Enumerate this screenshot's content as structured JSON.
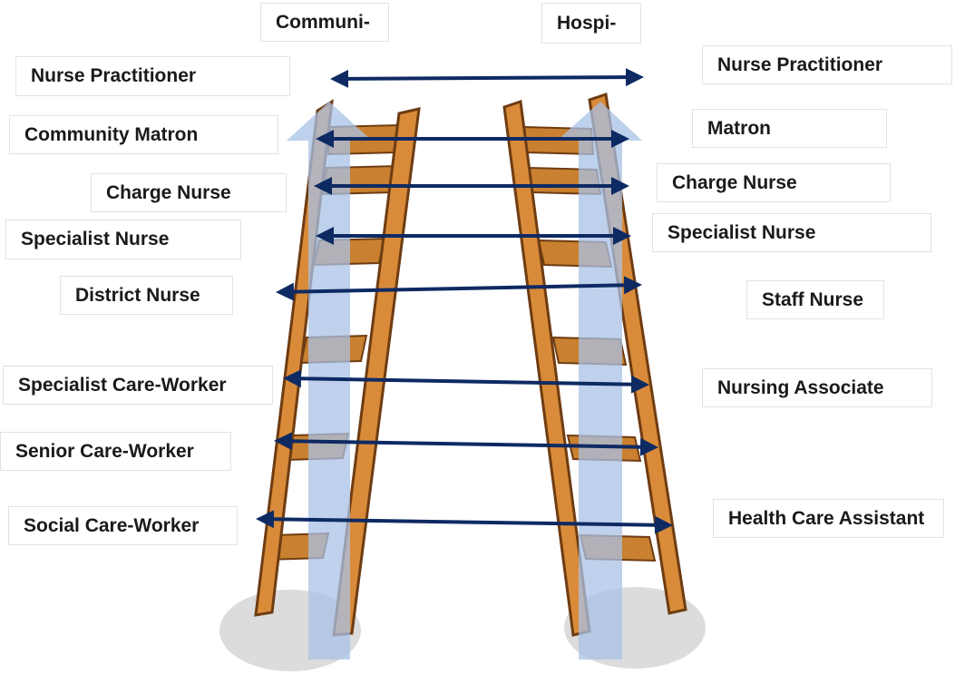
{
  "headers": {
    "community": "Communi-",
    "hospital": "Hospi-"
  },
  "community_roles": [
    "Nurse Practitioner",
    "Community Matron",
    "Charge Nurse",
    "Specialist Nurse",
    "District Nurse",
    "Specialist Care-Worker",
    "Senior Care-Worker",
    "Social Care-Worker"
  ],
  "hospital_roles": [
    "Nurse Practitioner",
    "Matron",
    "Charge Nurse",
    "Specialist Nurse",
    "Staff Nurse",
    "Nursing Associate",
    "Health Care Assistant"
  ],
  "colors": {
    "ladder_wood": "#d98b3a",
    "ladder_wood_dark": "#8a4f1a",
    "progression_bar": "#a9c2e6",
    "arrow": "#0e2a63",
    "shadow": "#d9d9d9"
  }
}
